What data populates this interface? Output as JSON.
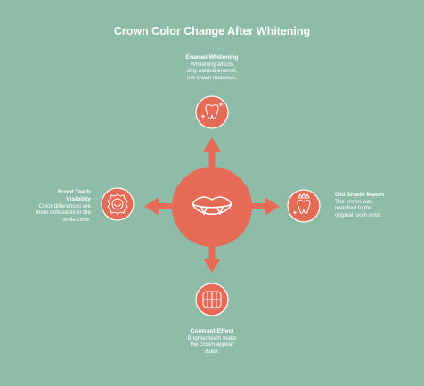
{
  "title": "Crown Color Change After Whitening",
  "colors": {
    "background": "#8fbca9",
    "accent": "#e66b56",
    "stroke": "#ffffff"
  },
  "center": {
    "icon": "lips-teeth-icon"
  },
  "nodes": {
    "top": {
      "heading": "Enamel Whitening",
      "lines": [
        "Whitening affects",
        "only natural enamel,",
        "not crown materials."
      ],
      "icon": "tooth-sparkle-icon"
    },
    "right": {
      "heading": "Old Shade Match",
      "lines": [
        "The crown was",
        "matched to the",
        "original tooth color."
      ],
      "icon": "tooth-crown-icon"
    },
    "bottom": {
      "heading": "Contrast Effect",
      "lines": [
        "Brighter teeth make",
        "the crown appear",
        "duller."
      ],
      "icon": "teeth-row-icon"
    },
    "left": {
      "heading": [
        "Front Teeth",
        "Visibility"
      ],
      "lines": [
        "Color differences are",
        "more noticeable in the",
        "smile zone."
      ],
      "icon": "smile-badge-icon"
    }
  }
}
